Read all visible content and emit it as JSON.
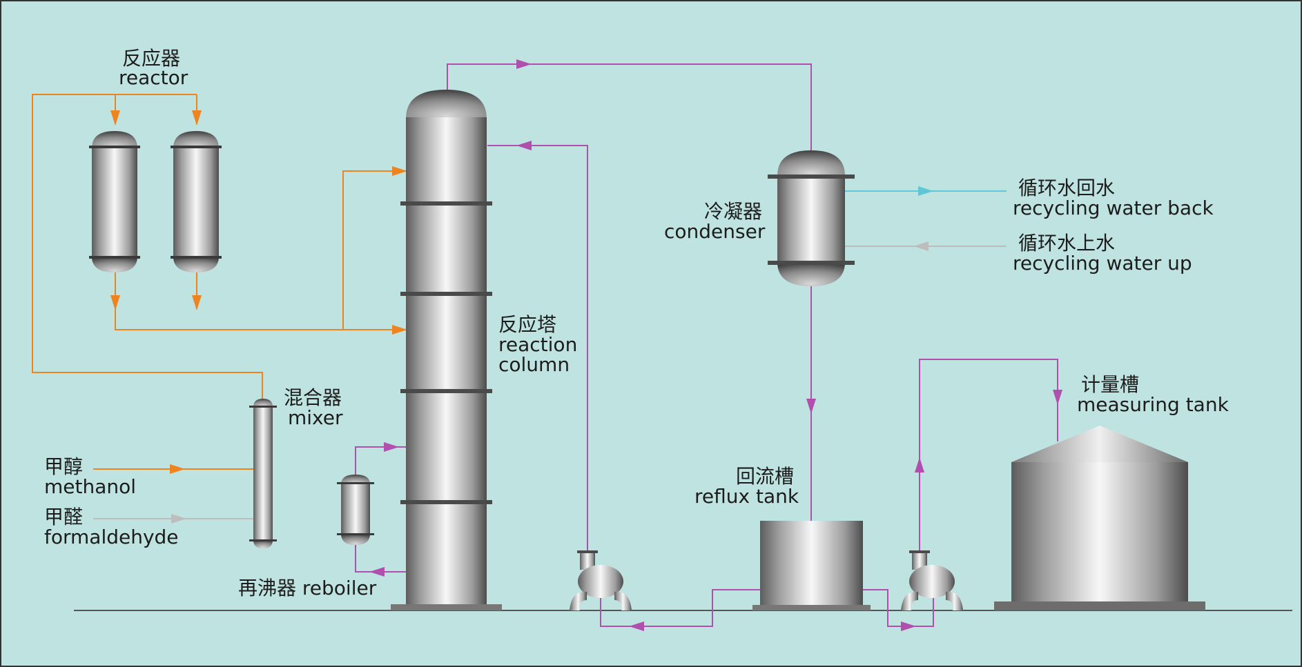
{
  "labels": {
    "reactor_cn": "反应器",
    "reactor_en": "reactor",
    "column_cn": "反应塔",
    "column_en_1": "reaction",
    "column_en_2": "column",
    "mixer_cn": "混合器",
    "mixer_en": "mixer",
    "methanol_cn": "甲醇",
    "methanol_en": "methanol",
    "formaldehyde_cn": "甲醛",
    "formaldehyde_en": "formaldehyde",
    "reboiler": "再沸器 reboiler",
    "condenser_cn": "冷凝器",
    "condenser_en": "condenser",
    "water_back_cn": "循环水回水",
    "water_back_en": "recycling water back",
    "water_up_cn": "循环水上水",
    "water_up_en": "recycling water up",
    "reflux_cn": "回流槽",
    "reflux_en": "reflux tank",
    "measuring_cn": "计量槽",
    "measuring_en": "measuring tank"
  },
  "colors": {
    "background": "#bfe3e0",
    "orange_line": "#ee8420",
    "purple_line": "#b04fae",
    "cyan_line": "#5ec6d4",
    "grey_line": "#bdbdbd"
  }
}
